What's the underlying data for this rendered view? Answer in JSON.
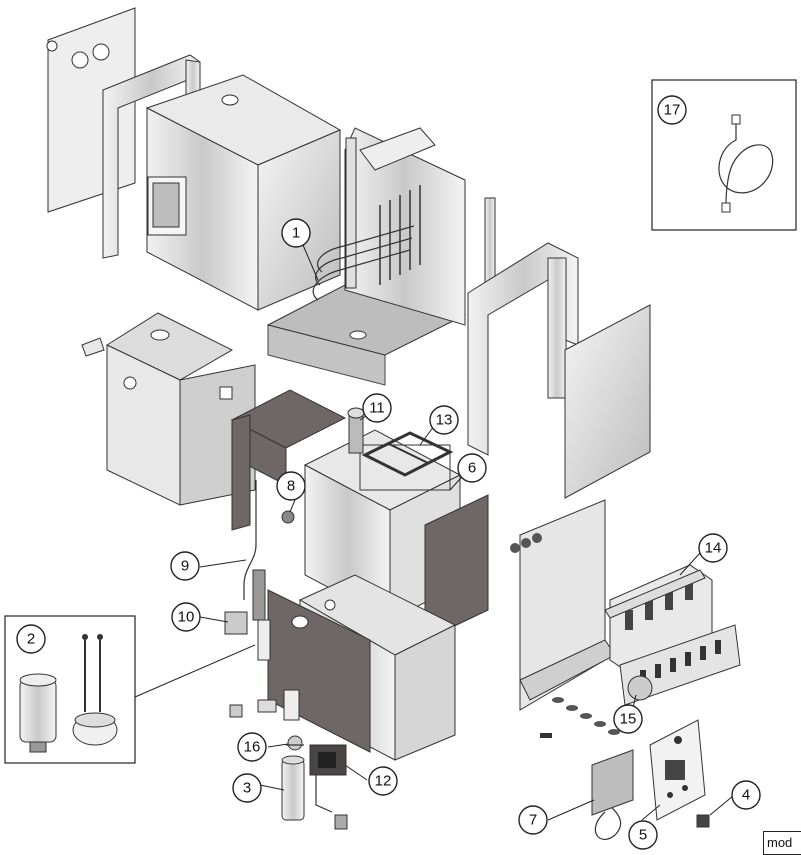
{
  "callouts": [
    {
      "id": "1",
      "label": "1"
    },
    {
      "id": "2",
      "label": "2"
    },
    {
      "id": "3",
      "label": "3"
    },
    {
      "id": "4",
      "label": "4"
    },
    {
      "id": "5",
      "label": "5"
    },
    {
      "id": "6",
      "label": "6"
    },
    {
      "id": "7",
      "label": "7"
    },
    {
      "id": "8",
      "label": "8"
    },
    {
      "id": "9",
      "label": "9"
    },
    {
      "id": "10",
      "label": "10"
    },
    {
      "id": "11",
      "label": "11"
    },
    {
      "id": "12",
      "label": "12"
    },
    {
      "id": "13",
      "label": "13"
    },
    {
      "id": "14",
      "label": "14"
    },
    {
      "id": "15",
      "label": "15"
    },
    {
      "id": "16",
      "label": "16"
    },
    {
      "id": "17",
      "label": "17"
    }
  ],
  "code_label": "mod",
  "colors": {
    "panel_dark": "#6f6666",
    "panel_light": "#eeeeee",
    "outline": "#333333"
  }
}
